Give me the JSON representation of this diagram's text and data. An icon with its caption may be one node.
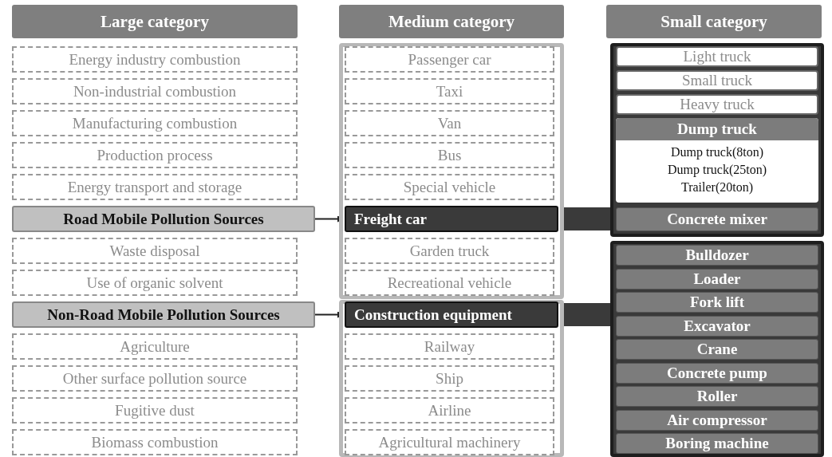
{
  "diagram": {
    "nodes": [
      {
        "text": [
          "Large category"
        ]
      },
      {
        "text": [
          "Medium category"
        ]
      },
      {
        "text": [
          "Small category"
        ]
      },
      {
        "text": [
          "Energy industry combustion"
        ]
      },
      {
        "text": [
          "Non-industrial combustion"
        ]
      },
      {
        "text": [
          "Manufacturing combustion"
        ]
      },
      {
        "text": [
          "Production process"
        ]
      },
      {
        "text": [
          "Energy transport and storage"
        ]
      },
      {
        "text": [
          "Road Mobile Pollution Sources"
        ]
      },
      {
        "text": [
          "Waste disposal"
        ]
      },
      {
        "text": [
          "Use of organic solvent"
        ]
      },
      {
        "text": [
          "Non-Road Mobile Pollution Sources"
        ]
      },
      {
        "text": [
          "Agriculture"
        ]
      },
      {
        "text": [
          "Other surface pollution source"
        ]
      },
      {
        "text": [
          "Fugitive dust"
        ]
      },
      {
        "text": [
          "Biomass combustion"
        ]
      },
      {
        "text": [],
        "shape": "box"
      },
      {
        "text": [
          "Passenger car"
        ],
        "in": 16
      },
      {
        "text": [
          "Taxi"
        ],
        "in": 16
      },
      {
        "text": [
          "Van"
        ],
        "in": 16
      },
      {
        "text": [
          "Bus"
        ],
        "in": 16
      },
      {
        "text": [
          "Special vehicle"
        ],
        "in": 16
      },
      {
        "text": [
          "Freight car"
        ],
        "in": 16
      },
      {
        "text": [
          "Garden truck"
        ],
        "in": 16
      },
      {
        "text": [
          "Recreational vehicle"
        ],
        "in": 16
      },
      {
        "text": [],
        "shape": "box"
      },
      {
        "text": [
          "Construction equipment"
        ],
        "in": 25
      },
      {
        "text": [
          "Railway"
        ],
        "in": 25
      },
      {
        "text": [
          "Ship"
        ],
        "in": 25
      },
      {
        "text": [
          "Airline"
        ],
        "in": 25
      },
      {
        "text": [
          "Agricultural machinery"
        ],
        "in": 25
      },
      {
        "text": [],
        "shape": "box"
      },
      {
        "text": [
          "Light truck"
        ],
        "in": 31
      },
      {
        "text": [
          "Small truck"
        ],
        "in": 31
      },
      {
        "text": [
          "Heavy truck"
        ],
        "in": 31
      },
      {
        "text": [
          "Dump truck",
          "Dump truck(8ton) Dump truck(25ton) Trailer(20ton)"
        ],
        "in": 31
      },
      {
        "text": [
          "Concrete mixer"
        ],
        "in": 31
      },
      {
        "text": [],
        "shape": "box"
      },
      {
        "text": [
          "Bulldozer"
        ],
        "in": 37
      },
      {
        "text": [
          "Loader"
        ],
        "in": 37
      },
      {
        "text": [
          "Fork lift"
        ],
        "in": 37
      },
      {
        "text": [
          "Excavator"
        ],
        "in": 37
      },
      {
        "text": [
          "Crane"
        ],
        "in": 37
      },
      {
        "text": [
          "Concrete pump"
        ],
        "in": 37
      },
      {
        "text": [
          "Roller"
        ],
        "in": 37
      },
      {
        "text": [
          "Air compressor"
        ],
        "in": 37
      },
      {
        "text": [
          "Boring machine"
        ],
        "in": 37
      }
    ],
    "edges": [
      {
        "from": 8,
        "to": 22,
        "arrow": "to"
      },
      {
        "from": 11,
        "to": 26,
        "arrow": "to"
      },
      {
        "from": 22,
        "to": 31,
        "arrow": "none",
        "style": "thick",
        "color": "#3a3a3a"
      },
      {
        "from": 26,
        "to": 37,
        "arrow": "none",
        "style": "thick",
        "color": "#3a3a3a"
      }
    ]
  }
}
